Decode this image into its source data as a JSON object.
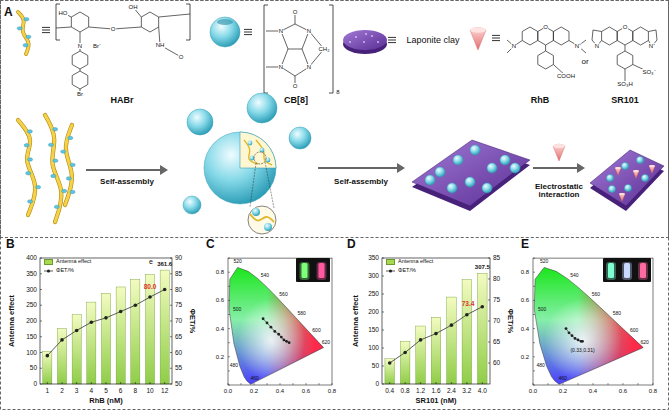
{
  "diagram": {
    "nodes": [
      {
        "text": [
          "A"
        ]
      }
    ],
    "labels": [
      "HABr",
      "CB[8]",
      "Laponite clay",
      "RhB",
      "or",
      "SR101",
      "Self-assembly",
      "Self-assembly",
      "Electrostatic interaction",
      "HO",
      "O",
      "OH",
      "N",
      "Br⁻",
      "Br",
      "NH",
      "O",
      "O",
      "N",
      "N",
      "N",
      "N",
      "O",
      "CH₂",
      "8",
      "O",
      "N",
      "N⁺",
      "COOH",
      "O",
      "N",
      "N⁺",
      "SO₃⁻",
      "SO₃H",
      "B",
      "0",
      "50",
      "100",
      "150",
      "200",
      "250",
      "300",
      "350",
      "400",
      "50",
      "55",
      "60",
      "65",
      "70",
      "75",
      "80",
      "85",
      "90",
      "1",
      "2",
      "3",
      "4",
      "5",
      "6",
      "8",
      "10",
      "12",
      "Antenna effect",
      "ΦET/%",
      "RhB (nM)",
      "361.6",
      "80.0",
      "e",
      "C",
      "0.0",
      "0.2",
      "0.4",
      "0.6",
      "0.8",
      "0.2",
      "0.4",
      "0.6",
      "0.8",
      "460",
      "480",
      "500",
      "520",
      "540",
      "560",
      "580",
      "600",
      "620",
      "D",
      "0",
      "50",
      "100",
      "150",
      "200",
      "250",
      "300",
      "350",
      "60",
      "65",
      "70",
      "75",
      "80",
      "85",
      "0.4",
      "0.8",
      "1.2",
      "1.6",
      "2.4",
      "3.2",
      "4.0",
      "Antenna effect",
      "ΦET/%",
      "SR101 (nM)",
      "307.5",
      "73.4",
      "E",
      "0.0",
      "0.2",
      "0.4",
      "0.6",
      "0.8",
      "0.2",
      "0.4",
      "0.6",
      "0.8",
      "460",
      "480",
      "500",
      "520",
      "540",
      "560",
      "580",
      "600",
      "620",
      "(0.33,0.31)"
    ],
    "legend": [
      {
        "text": "Antenna effect",
        "color": "#a8d84e"
      },
      {
        "text": "ΦET/%"
      },
      {
        "text": "Antenna effect",
        "color": "#a8d84e"
      },
      {
        "text": "ΦET/%"
      }
    ]
  }
}
